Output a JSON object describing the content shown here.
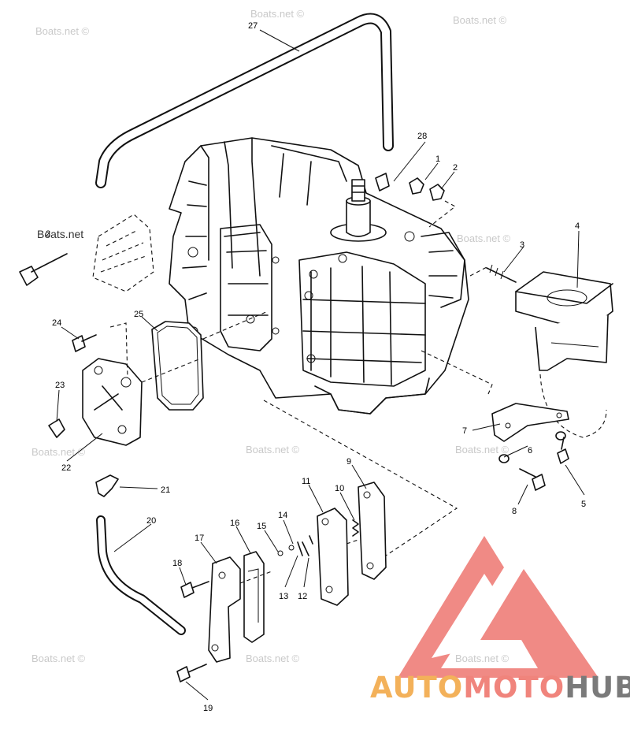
{
  "watermark": {
    "text": "Boats.net ©",
    "alt_text": "Boats.net"
  },
  "logo": {
    "part1": "AUTO",
    "part2": "MOTO",
    "part3": "HUB",
    "colors": {
      "auto": "#f3b15a",
      "moto": "#f0847c",
      "hub": "#7a7a7a",
      "emblem": "#f08a85"
    }
  },
  "callouts": {
    "n1": "1",
    "n2": "2",
    "n3": "3",
    "n4": "4",
    "n5": "5",
    "n6": "6",
    "n7": "7",
    "n8": "8",
    "n9": "9",
    "n10": "10",
    "n11": "11",
    "n12": "12",
    "n13": "13",
    "n14": "14",
    "n15": "15",
    "n16": "16",
    "n17": "17",
    "n18": "18",
    "n19": "19",
    "n20": "20",
    "n21": "21",
    "n22": "22",
    "n23": "23",
    "n24": "24",
    "n25": "25",
    "n26": "2",
    "n27": "27",
    "n28": "28"
  }
}
